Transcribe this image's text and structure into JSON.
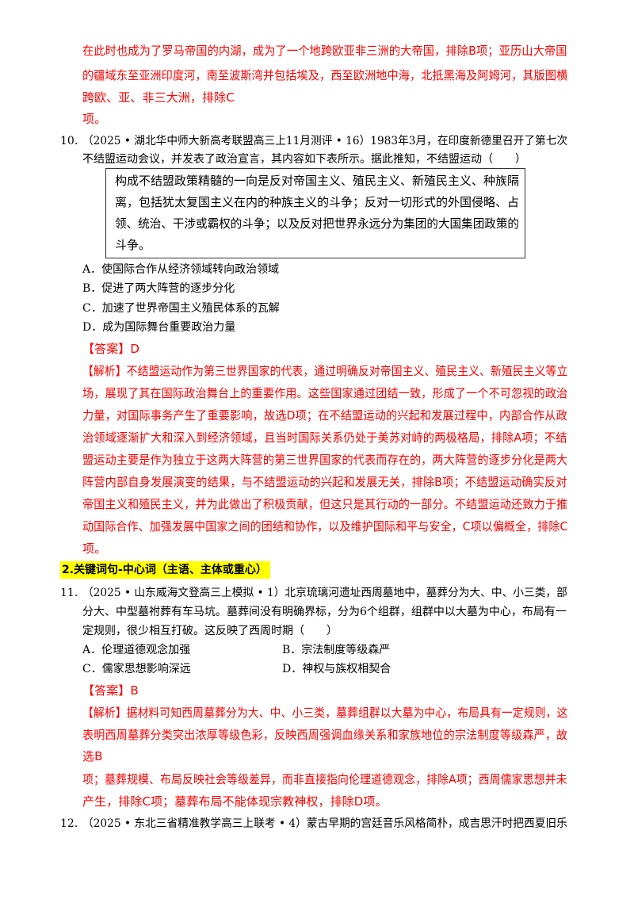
{
  "q9_tail": [
    "在此时也成为了罗马帝国的内湖，成为了一个地跨欧亚非三洲的大帝国，排除B项；亚历山大帝国",
    "的疆域东至亚洲印度河，南至波斯湾并包括埃及，西至欧洲地中海，北抵黑海及阿姆河，其版图横",
    "跨欧、亚、非三大洲，排除C",
    "项。"
  ],
  "q10": {
    "number": "10.",
    "stem": [
      "（2025 • 湖北华中师大新高考联盟高三上11月测评 • 16）1983年3月，在印度新德里召开了第七次",
      "不结盟运动会议，并发表了政治宣言，其内容如下表所示。据此推知，不结盟运动（　　）"
    ],
    "quote": [
      "构成不结盟政策精髓的一向是反对帝国主义、殖民主义、新殖民主义、种族隔",
      "离，包括犹太复国主义在内的种族主义的斗争；反对一切形式的外国侵略、占",
      "领、统治、干涉或霸权的斗争；以及反对把世界永远分为集团的大国集团政策的",
      "斗争。"
    ],
    "options": [
      "A．使国际合作从经济领域转向政治领域",
      "B．促进了两大阵营的逐步分化",
      "C．加速了世界帝国主义殖民体系的瓦解",
      "D．成为国际舞台重要政治力量"
    ],
    "answer": "【答案】D",
    "analysis": [
      "【解析】不结盟运动作为第三世界国家的代表，通过明确反对帝国主义、殖民主义、新殖民主义等立",
      "场，展现了其在国际政治舞台上的重要作用。这些国家通过团结一致，形成了一个不可忽视的政治",
      "力量，对国际事务产生了重要影响，故选D项；在不结盟运动的兴起和发展过程中，内部合作从政",
      "治领域逐渐扩大和深入到经济领域，且当时国际关系仍处于美苏对峙的两极格局，排除A项；不结",
      "盟运动主要是作为独立于这两大阵营的第三世界国家的代表而存在的，两大阵营的逐步分化是两大",
      "阵营内部自身发展演变的结果，与不结盟运动的兴起和发展无关，排除B项；不结盟运动确实反对",
      "帝国主义和殖民主义，并为此做出了积极贡献，但这只是其行动的一部分。不结盟运动还致力于推",
      "动国际合作、加强发展中国家之间的团结和协作，以及维护国际和平与安全，C项以偏概全，排除C",
      "项。"
    ]
  },
  "section_title": "2.关键词句-中心词（主语、主体或重心）",
  "q11": {
    "number": "11.",
    "stem": [
      "（2025 • 山东威海文登高三上模拟 • 1）北京琉璃河遗址西周墓地中，墓葬分为大、中、小三类，部",
      "分大、中型墓祔葬有车马坑。墓葬间没有明确界标，分为6个组群，组群中以大墓为中心，布局有一",
      "定规则，很少相互打破。这反映了西周时期（　　）"
    ],
    "options": [
      "A．伦理道德观念加强",
      "B．宗法制度等级森严",
      "C．儒家思想影响深远",
      "D．神权与族权相契合"
    ],
    "answer": "【答案】B",
    "analysis": [
      "【解析】据材料可知西周墓葬分为大、中、小三类，墓葬组群以大墓为中心，布局具有一定规则，这",
      "表明西周墓葬分类突出浓厚等级色彩，反映西周强调血缘关系和家族地位的宗法制度等级森严，故",
      "选B",
      "项；墓葬规模、布局反映社会等级差异，而非直接指向伦理道德观念，排除A项；西周儒家思想并未",
      "产生，排除C项；墓葬布局不能体现宗教神权，排除D项。"
    ]
  },
  "q12": {
    "number": "12.",
    "stem": [
      "（2025 • 东北三省精准教学高三上联考 • 4）蒙古早期的宫廷音乐风格简朴，成吉思汗时把西夏旧乐"
    ]
  }
}
